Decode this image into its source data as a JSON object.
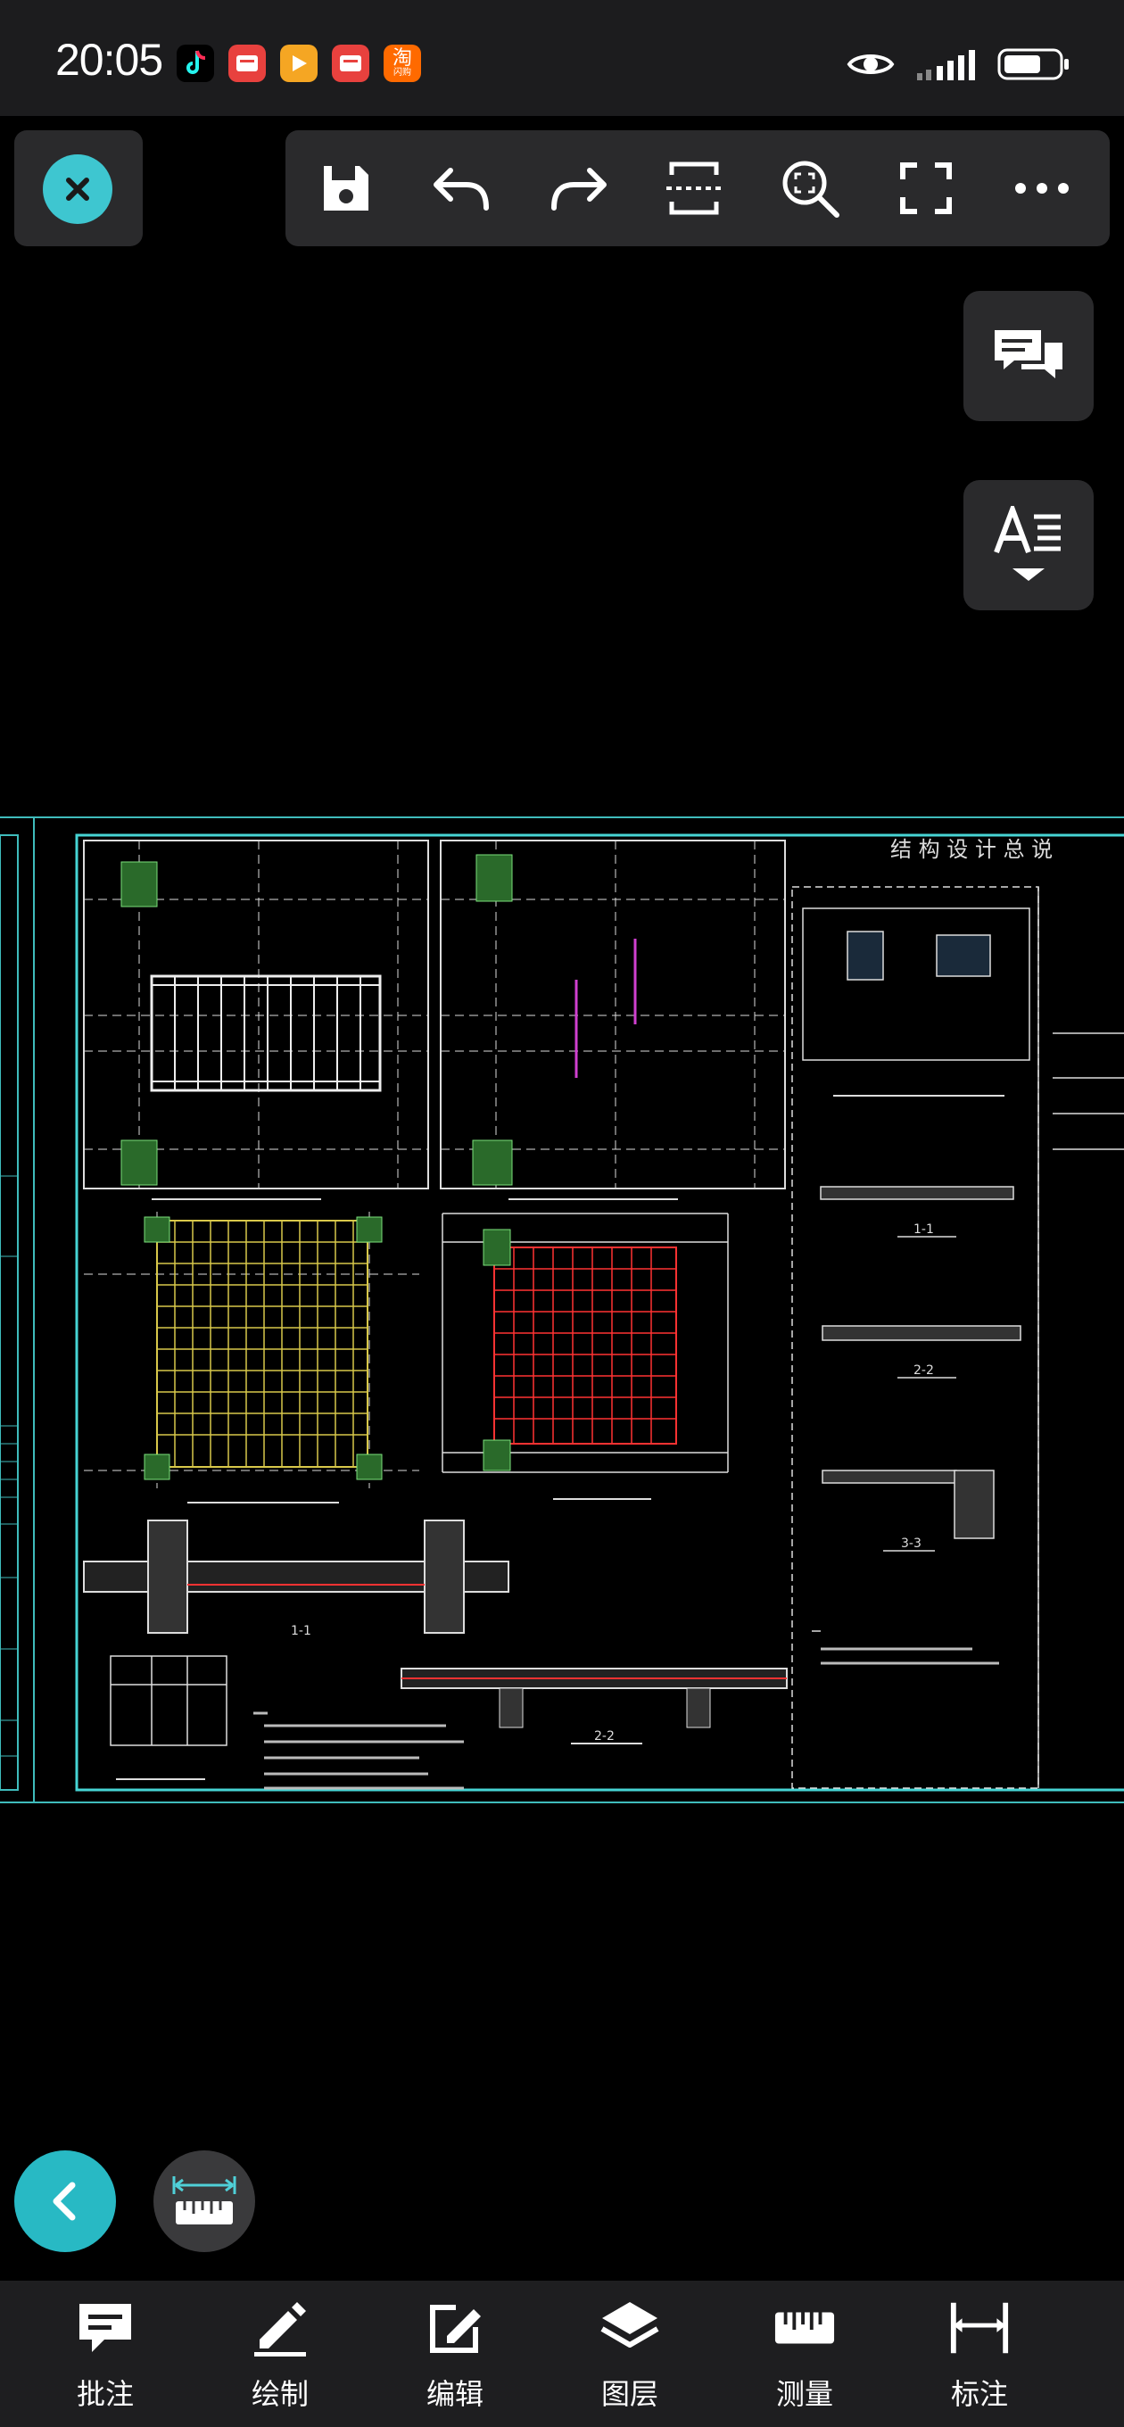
{
  "status_bar": {
    "time": "20:05",
    "apps": [
      "douyin-icon",
      "red-note-icon",
      "video-app-icon",
      "red-note-icon",
      "taobao-icon"
    ],
    "taobao_label": "淘",
    "taobao_sub": "闪购",
    "colors": {
      "red": "#e8413e",
      "orange": "#f5a623",
      "taobao": "#ff6a00"
    }
  },
  "toolbar": {
    "close_icon": "close-icon",
    "buttons": [
      "save-icon",
      "undo-icon",
      "redo-icon",
      "section-icon",
      "zoom-extents-icon",
      "fullscreen-icon",
      "more-icon"
    ]
  },
  "side_panel": {
    "comments_icon": "comments-icon",
    "text_style_icon": "text-style-icon"
  },
  "drawing": {
    "title": "结 构 设 计 总 说",
    "section_labels": [
      "1-1",
      "2-2",
      "3-3",
      "1-1",
      "2-2"
    ],
    "colors": {
      "frame": "#46d4d4",
      "grid": "#dcdcdc",
      "green": "#55c855",
      "red": "#ff3232",
      "magenta": "#d040d0",
      "yellow": "#d8c84a"
    }
  },
  "bottom_nav": {
    "items": [
      {
        "label": "批注",
        "icon": "annotate-icon"
      },
      {
        "label": "绘制",
        "icon": "pencil-icon"
      },
      {
        "label": "编辑",
        "icon": "edit-icon"
      },
      {
        "label": "图层",
        "icon": "layers-icon"
      },
      {
        "label": "测量",
        "icon": "ruler-icon"
      },
      {
        "label": "标注",
        "icon": "dimension-icon"
      }
    ]
  },
  "accent": "#3ec6d0"
}
